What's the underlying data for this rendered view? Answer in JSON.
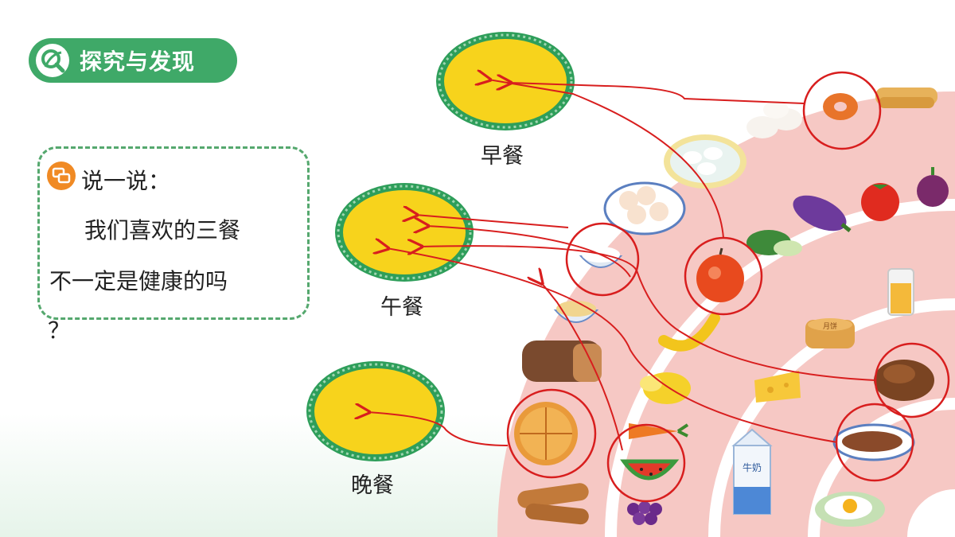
{
  "header": {
    "title": "探究与发现",
    "icon": "magnifier-leaf-icon"
  },
  "talk": {
    "heading": "说一说：",
    "line1": "我们喜欢的三餐",
    "line2": "不一定是健康的吗",
    "line3": "？",
    "icon": "speech-bubble-icon"
  },
  "meals": {
    "breakfast": "早餐",
    "lunch": "午餐",
    "dinner": "晚餐"
  },
  "food_labels": {
    "milk": "牛奶",
    "mooncake": "月饼"
  },
  "colors": {
    "accent_green": "#3fa968",
    "plate_yellow": "#f7d31c",
    "plate_rim": "#2e9e5a",
    "arrow_red": "#d81e1e",
    "arc_pink": "#f6c8c4"
  }
}
